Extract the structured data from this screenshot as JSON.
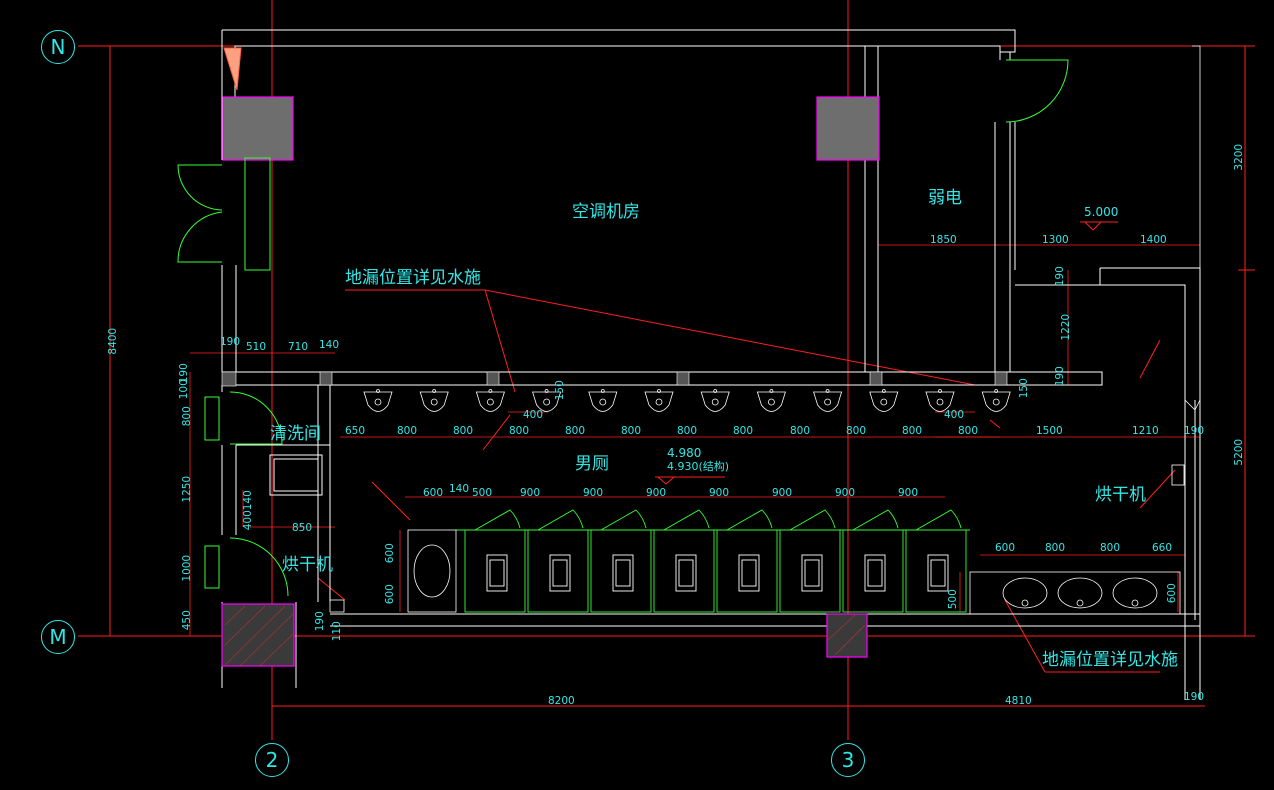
{
  "colors": {
    "background": "#000000",
    "wall": "#ffffff",
    "dim_line": "#ff2020",
    "text": "#33e6e6",
    "fixture": "#33ff33",
    "column_fill": "#6e6e6e",
    "column_edge": "#ff00ff",
    "door": "#33ff33"
  },
  "axes": {
    "north": "N",
    "south": "M",
    "grid_2": "2",
    "grid_3": "3"
  },
  "rooms": {
    "ac_room": "空调机房",
    "weak_current": "弱电",
    "cleaning_room": "清洗间",
    "mens_room": "男厕",
    "hand_dryer_left": "烘干机",
    "hand_dryer_right": "烘干机"
  },
  "notes": {
    "floor_drain_top": "地漏位置详见水施",
    "floor_drain_bottom": "地漏位置详见水施",
    "level_a": "5.000",
    "level_b": "4.980",
    "level_c": "4.930(结构)"
  },
  "dims": {
    "top_1850": "1850",
    "top_1300": "1300",
    "top_1400": "1400",
    "r_190a": "190",
    "r_1220": "1220",
    "r_190b": "190",
    "r_150": "150",
    "wall_190": "190",
    "wall_510": "510",
    "wall_710": "710",
    "wall_140": "140",
    "uri_650": "650",
    "uri_800": [
      "800",
      "800",
      "800",
      "800",
      "800",
      "800",
      "800",
      "800",
      "800",
      "800",
      "800"
    ],
    "uri_400a": "400",
    "uri_400b": "400",
    "uri_150": "150",
    "uri_1500": "1500",
    "uri_1210": "1210",
    "uri_190": "190",
    "st_600": "600",
    "st_140": "140",
    "st_500": "500",
    "st_900": [
      "900",
      "900",
      "900",
      "900",
      "900",
      "900",
      "900"
    ],
    "lav_600": "600",
    "lav_800a": "800",
    "lav_800b": "800",
    "lav_660": "660",
    "lav_v600": "600",
    "st_v500": "500",
    "sink_v600a": "600",
    "sink_v600b": "600",
    "l_100": "100",
    "l_190": "190",
    "l_800": "800",
    "l_1250": "1250",
    "l_1000": "1000",
    "l_450": "450",
    "c_140": "140",
    "c_400": "400",
    "c_850": "850",
    "b_190": "190",
    "b_110": "110",
    "total_8400": "8400",
    "total_3200": "3200",
    "total_5200": "5200",
    "bottom_8200": "8200",
    "bottom_4810": "4810",
    "bottom_190": "190"
  }
}
